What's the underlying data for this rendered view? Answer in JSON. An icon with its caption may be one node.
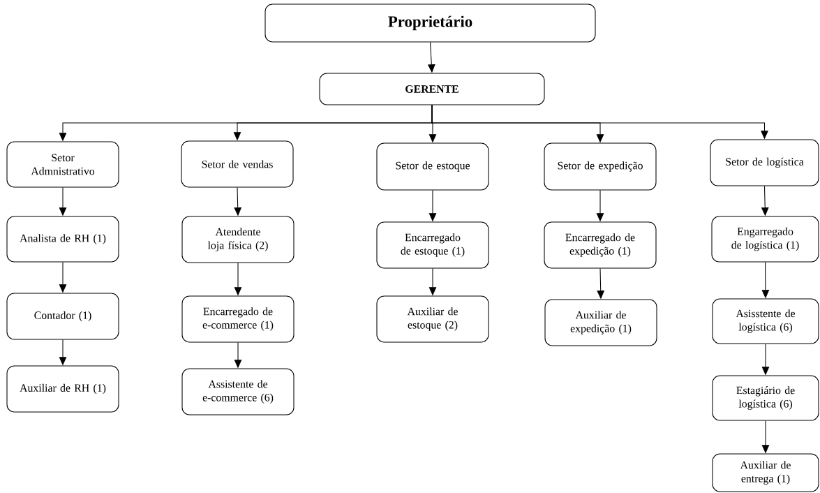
{
  "diagram": {
    "nodes": [
      {
        "text": [
          "Proprietário"
        ]
      },
      {
        "text": [
          "GERENTE"
        ]
      },
      {
        "text": [
          "Setor Admnistrativo"
        ]
      },
      {
        "text": [
          "Setor de vendas"
        ]
      },
      {
        "text": [
          "Setor de estoque"
        ]
      },
      {
        "text": [
          "Setor de expedição"
        ]
      },
      {
        "text": [
          "Setor de logística"
        ]
      },
      {
        "text": [
          "Analista de RH (1)"
        ]
      },
      {
        "text": [
          "Contador (1)"
        ]
      },
      {
        "text": [
          "Auxiliar de RH (1)"
        ]
      },
      {
        "text": [
          "Atendente loja física (2)"
        ]
      },
      {
        "text": [
          "Encarregado de e-commerce (1)"
        ]
      },
      {
        "text": [
          "Assistente de e-commerce (6)"
        ]
      },
      {
        "text": [
          "Encarregado de estoque (1)"
        ]
      },
      {
        "text": [
          "Auxiliar de estoque (2)"
        ]
      },
      {
        "text": [
          "Encarregado de expedição (1)"
        ]
      },
      {
        "text": [
          "Auxiliar de expedição (1)"
        ]
      },
      {
        "text": [
          "Engarregado de logística (1)"
        ]
      },
      {
        "text": [
          "Asisstente de logística (6)"
        ]
      },
      {
        "text": [
          "Estagiário de logística (6)"
        ]
      },
      {
        "text": [
          "Auxiliar de entrega (1)"
        ]
      }
    ],
    "edges": [
      {
        "from": 0,
        "to": 1,
        "arrow": "to"
      },
      {
        "from": 1,
        "to": 2,
        "arrow": "to"
      },
      {
        "from": 1,
        "to": 3,
        "arrow": "to"
      },
      {
        "from": 1,
        "to": 4,
        "arrow": "to"
      },
      {
        "from": 1,
        "to": 5,
        "arrow": "to"
      },
      {
        "from": 1,
        "to": 6,
        "arrow": "to"
      },
      {
        "from": 2,
        "to": 7,
        "arrow": "to"
      },
      {
        "from": 7,
        "to": 8,
        "arrow": "to"
      },
      {
        "from": 8,
        "to": 9,
        "arrow": "to"
      },
      {
        "from": 3,
        "to": 10,
        "arrow": "to"
      },
      {
        "from": 10,
        "to": 11,
        "arrow": "to"
      },
      {
        "from": 11,
        "to": 12,
        "arrow": "to"
      },
      {
        "from": 4,
        "to": 13,
        "arrow": "to"
      },
      {
        "from": 13,
        "to": 14,
        "arrow": "to"
      },
      {
        "from": 5,
        "to": 15,
        "arrow": "to"
      },
      {
        "from": 15,
        "to": 16,
        "arrow": "to"
      },
      {
        "from": 6,
        "to": 17,
        "arrow": "to"
      },
      {
        "from": 17,
        "to": 18,
        "arrow": "to"
      },
      {
        "from": 18,
        "to": 19,
        "arrow": "to"
      },
      {
        "from": 19,
        "to": 20,
        "arrow": "to"
      }
    ]
  }
}
